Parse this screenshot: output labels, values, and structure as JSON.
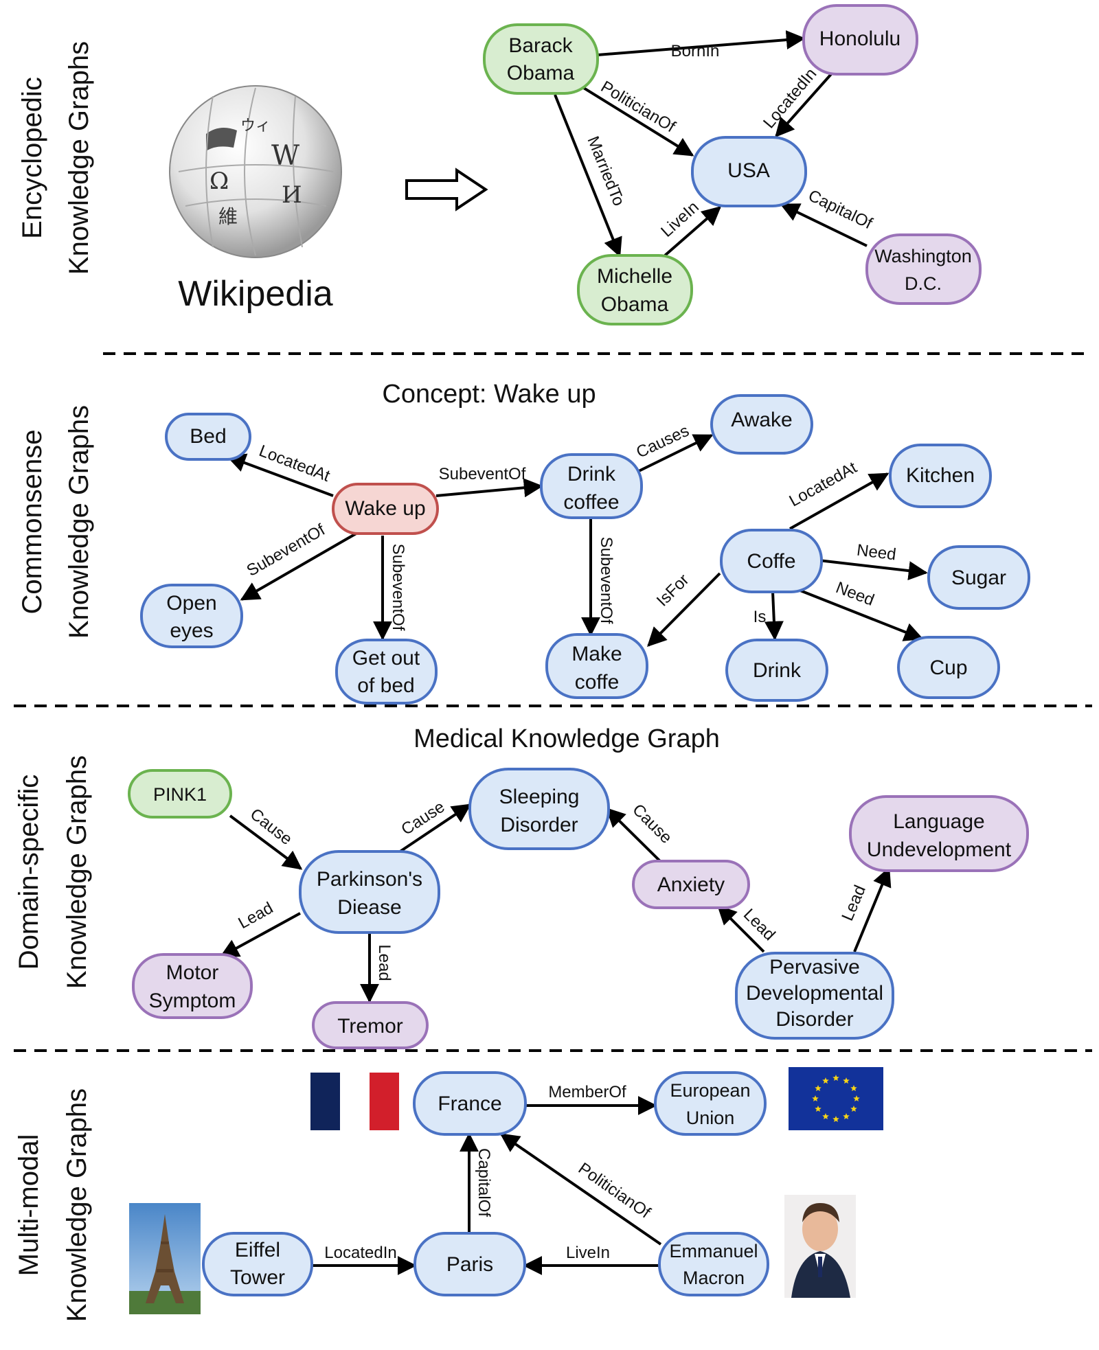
{
  "colors": {
    "blue_fill": "#dbe8f8",
    "blue_stroke": "#4a72c4",
    "green_fill": "#d8edd0",
    "green_stroke": "#6bb34f",
    "purple_fill": "#e4d8ec",
    "purple_stroke": "#9a72b8",
    "red_fill": "#f6d6d3",
    "red_stroke": "#c0504d"
  },
  "sections": {
    "encyclopedic": {
      "side_label_1": "Encyclopedic",
      "side_label_2": "Knowledge Graphs",
      "source_label": "Wikipedia",
      "nodes": {
        "barack": [
          "Barack",
          "Obama"
        ],
        "honolulu": "Honolulu",
        "usa": "USA",
        "michelle": [
          "Michelle",
          "Obama"
        ],
        "washington": [
          "Washington",
          "D.C."
        ]
      },
      "edges": {
        "born_in": "BornIn",
        "politician_of": "PoliticianOf",
        "located_in": "LocatedIn",
        "married_to": "MarriedTo",
        "live_in": "LiveIn",
        "capital_of": "CapitalOf"
      }
    },
    "commonsense": {
      "side_label_1": "Commonsense",
      "side_label_2": "Knowledge Graphs",
      "title": "Concept: Wake up",
      "nodes": {
        "bed": "Bed",
        "wake_up": "Wake up",
        "open_eyes": [
          "Open",
          "eyes"
        ],
        "get_out": [
          "Get out",
          "of bed"
        ],
        "drink_coffee": [
          "Drink",
          "coffee"
        ],
        "awake": "Awake",
        "make_coffe": [
          "Make",
          "coffe"
        ],
        "kitchen": "Kitchen",
        "coffe": "Coffe",
        "sugar": "Sugar",
        "drink": "Drink",
        "cup": "Cup"
      },
      "edges": {
        "located_at_1": "LocatedAt",
        "subevent_1": "SubeventOf",
        "subevent_2": "SubeventOf",
        "subevent_3": "SubeventOf",
        "subevent_4": "SubeventOf",
        "causes": "Causes",
        "located_at_2": "LocatedAt",
        "need_1": "Need",
        "need_2": "Need",
        "is_for": "IsFor",
        "is": "Is"
      }
    },
    "domain": {
      "side_label_1": "Domain-specific",
      "side_label_2": "Knowledge Graphs",
      "title": "Medical Knowledge Graph",
      "nodes": {
        "pink1": "PINK1",
        "parkinsons": [
          "Parkinson's",
          "Diease"
        ],
        "sleeping": [
          "Sleeping",
          "Disorder"
        ],
        "anxiety": "Anxiety",
        "language": [
          "Language",
          "Undevelopment"
        ],
        "motor": [
          "Motor",
          "Symptom"
        ],
        "tremor": "Tremor",
        "pervasive": [
          "Pervasive",
          "Developmental",
          "Disorder"
        ]
      },
      "edges": {
        "cause_1": "Cause",
        "cause_2": "Cause",
        "cause_3": "Cause",
        "lead_1": "Lead",
        "lead_2": "Lead",
        "lead_3": "Lead",
        "lead_4": "Lead"
      }
    },
    "multimodal": {
      "side_label_1": "Multi-modal",
      "side_label_2": "Knowledge Graphs",
      "nodes": {
        "france": "France",
        "eu": [
          "European",
          "Union"
        ],
        "eiffel": [
          "Eiffel",
          "Tower"
        ],
        "paris": "Paris",
        "macron": [
          "Emmanuel",
          "Macron"
        ]
      },
      "edges": {
        "member_of": "MemberOf",
        "capital_of": "CapitalOf",
        "politician_of": "PoliticianOf",
        "located_in": "LocatedIn",
        "live_in": "LiveIn"
      },
      "images": {
        "flag_france": "flag-france-icon",
        "flag_eu": "flag-eu-icon",
        "eiffel_photo": "eiffel-tower-photo",
        "macron_photo": "portrait-photo"
      }
    }
  }
}
